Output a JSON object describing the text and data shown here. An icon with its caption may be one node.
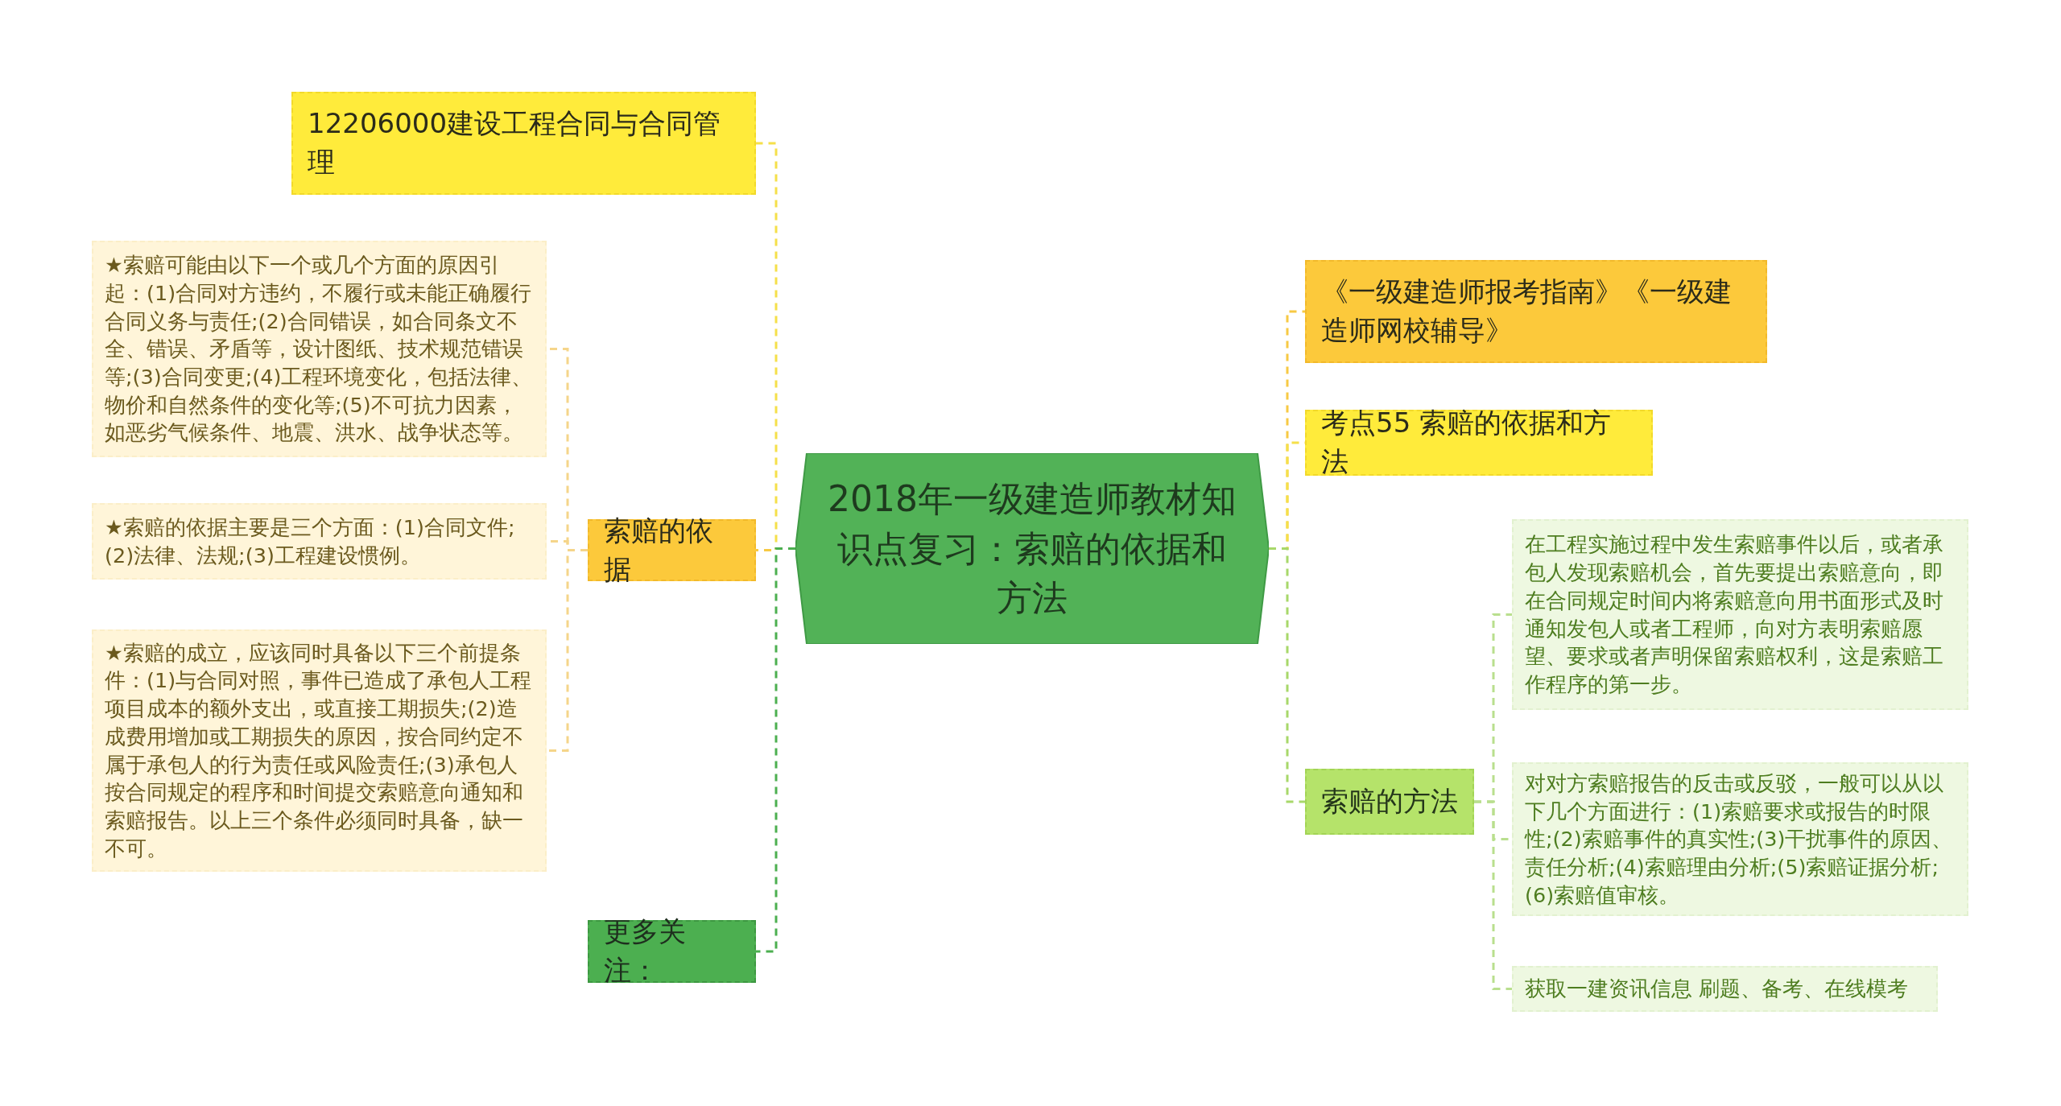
{
  "diagram": {
    "nodes": [
      {
        "text": [
          "2018年一级建造师教材知识点复习：索赔的依据和方法"
        ]
      },
      {
        "text": [
          "12206000建设工程合同与合同管理"
        ]
      },
      {
        "text": [
          "索赔的依据"
        ]
      },
      {
        "text": [
          "★索赔可能由以下一个或几个方面的原因引起：(1)合同对方违约，不履行或未能正确履行合同义务与责任;(2)合同错误，如合同条文不全、错误、矛盾等，设计图纸、技术规范错误等;(3)合同变更;(4)工程环境变化，包括法律、物价和自然条件的变化等;(5)不可抗力因素，如恶劣气候条件、地震、洪水、战争状态等。"
        ]
      },
      {
        "text": [
          "★索赔的依据主要是三个方面：(1)合同文件;(2)法律、法规;(3)工程建设惯例。"
        ]
      },
      {
        "text": [
          "★索赔的成立，应该同时具备以下三个前提条件：(1)与合同对照，事件已造成了承包人工程项目成本的额外支出，或直接工期损失;(2)造成费用增加或工期损失的原因，按合同约定不属于承包人的行为责任或风险责任;(3)承包人按合同规定的程序和时间提交索赔意向通知和索赔报告。以上三个条件必须同时具备，缺一不可。"
        ]
      },
      {
        "text": [
          "更多关注："
        ]
      },
      {
        "text": [
          "《一级建造师报考指南》《一级建造师网校辅导》"
        ]
      },
      {
        "text": [
          "考点55 索赔的依据和方法"
        ]
      },
      {
        "text": [
          "索赔的方法"
        ]
      },
      {
        "text": [
          "在工程实施过程中发生索赔事件以后，或者承包人发现索赔机会，首先要提出索赔意向，即在合同规定时间内将索赔意向用书面形式及时通知发包人或者工程师，向对方表明索赔愿望、要求或者声明保留索赔权利，这是索赔工作程序的第一步。"
        ]
      },
      {
        "text": [
          "对对方索赔报告的反击或反驳，一般可以从以下几个方面进行：(1)索赔要求或报告的时限性;(2)索赔事件的真实性;(3)干扰事件的原因、责任分析;(4)索赔理由分析;(5)索赔证据分析;(6)索赔值审核。"
        ]
      },
      {
        "text": [
          "获取一建资讯信息 刷题、备考、在线模考"
        ]
      }
    ],
    "edges": [
      {
        "from": 0,
        "to": 1,
        "arrow": "none",
        "color": "#f5e04a"
      },
      {
        "from": 0,
        "to": 2,
        "arrow": "none",
        "color": "#f7c944"
      },
      {
        "from": 0,
        "to": 6,
        "arrow": "none",
        "color": "#4caf50"
      },
      {
        "from": 2,
        "to": 3,
        "arrow": "none",
        "color": "#f5d58a"
      },
      {
        "from": 2,
        "to": 4,
        "arrow": "none",
        "color": "#f5d58a"
      },
      {
        "from": 2,
        "to": 5,
        "arrow": "none",
        "color": "#f5d58a"
      },
      {
        "from": 0,
        "to": 7,
        "arrow": "none",
        "color": "#f7c944"
      },
      {
        "from": 0,
        "to": 8,
        "arrow": "none",
        "color": "#f5e04a"
      },
      {
        "from": 0,
        "to": 9,
        "arrow": "none",
        "color": "#a8d86a"
      },
      {
        "from": 9,
        "to": 10,
        "arrow": "none",
        "color": "#b9df8e"
      },
      {
        "from": 9,
        "to": 11,
        "arrow": "none",
        "color": "#b9df8e"
      },
      {
        "from": 9,
        "to": 12,
        "arrow": "none",
        "color": "#b9df8e"
      }
    ]
  }
}
